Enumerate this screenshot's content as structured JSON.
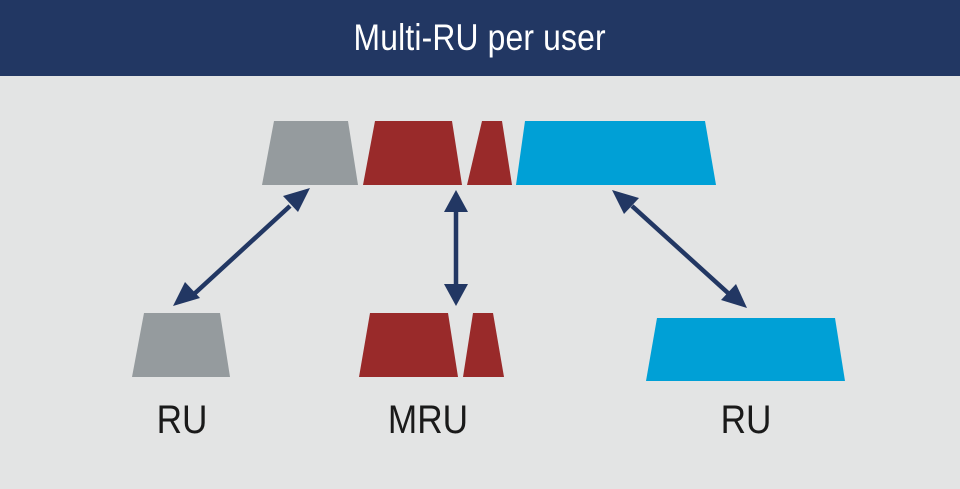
{
  "header": {
    "title": "Multi-RU per user"
  },
  "labels": {
    "left": "RU",
    "middle": "MRU",
    "right": "RU"
  },
  "colors": {
    "header_bg": "#223763",
    "background": "#e3e4e4",
    "gray_block": "#959b9e",
    "red_block": "#992a2a",
    "blue_block": "#00a0d6",
    "arrow": "#223763"
  }
}
